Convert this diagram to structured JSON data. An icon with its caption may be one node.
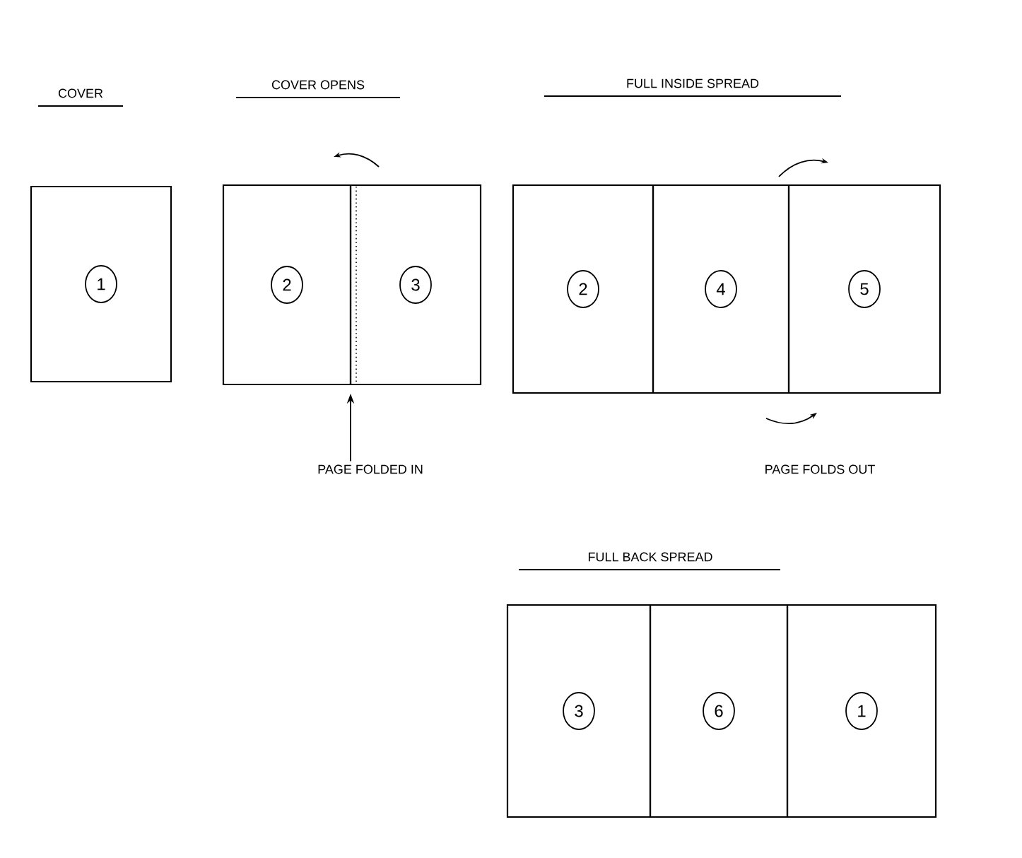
{
  "diagram": {
    "nodes": [
      {
        "text": [
          "1"
        ]
      },
      {
        "text": [
          "2"
        ]
      },
      {
        "text": [
          "3"
        ]
      },
      {
        "text": [
          "2"
        ]
      },
      {
        "text": [
          "4"
        ]
      },
      {
        "text": [
          "5"
        ]
      },
      {
        "text": [
          "3"
        ]
      },
      {
        "text": [
          "6"
        ]
      },
      {
        "text": [
          "1"
        ]
      },
      {
        "text": [
          "PAGE FOLDED IN"
        ]
      },
      {
        "text": [],
        "shape": "line",
        "in": 2
      }
    ],
    "edges": [
      {
        "from": 9,
        "to": 10,
        "arrow": "to"
      }
    ],
    "labels": [
      "COVER",
      "COVER OPENS",
      "FULL INSIDE SPREAD",
      "PAGE FOLDS OUT",
      "FULL BACK SPREAD"
    ]
  }
}
